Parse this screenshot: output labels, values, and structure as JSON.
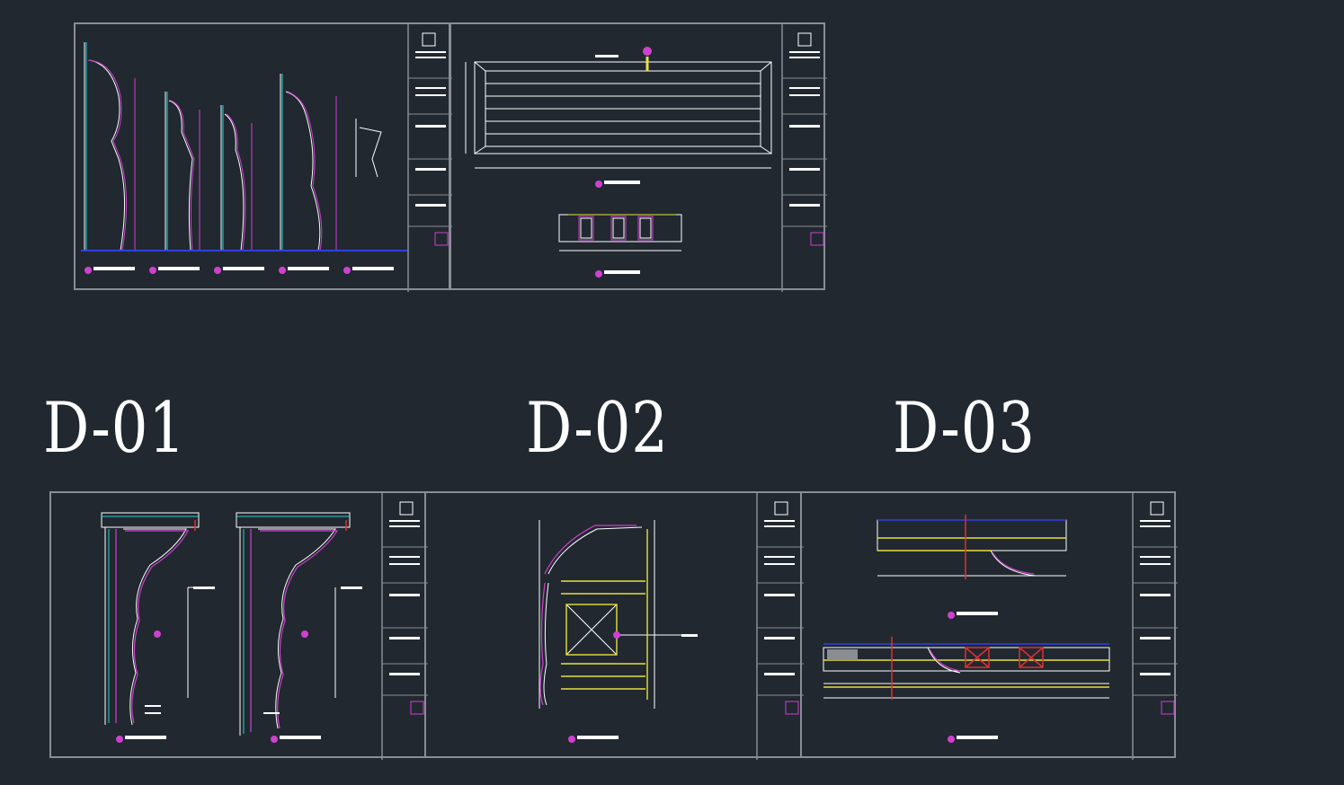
{
  "section_labels": {
    "d01": "D-01",
    "d02": "D-02",
    "d03": "D-03"
  },
  "colors": {
    "background": "#212830",
    "frame": "#8a8e93",
    "line_white": "#ffffff",
    "line_magenta": "#d040d0",
    "line_cyan": "#30d0d0",
    "line_yellow": "#e8e040",
    "line_red": "#e03030",
    "line_blue": "#3040e0"
  },
  "icons": {
    "title_block_logo": "document-icon",
    "detail_marker": "section-marker-icon"
  }
}
